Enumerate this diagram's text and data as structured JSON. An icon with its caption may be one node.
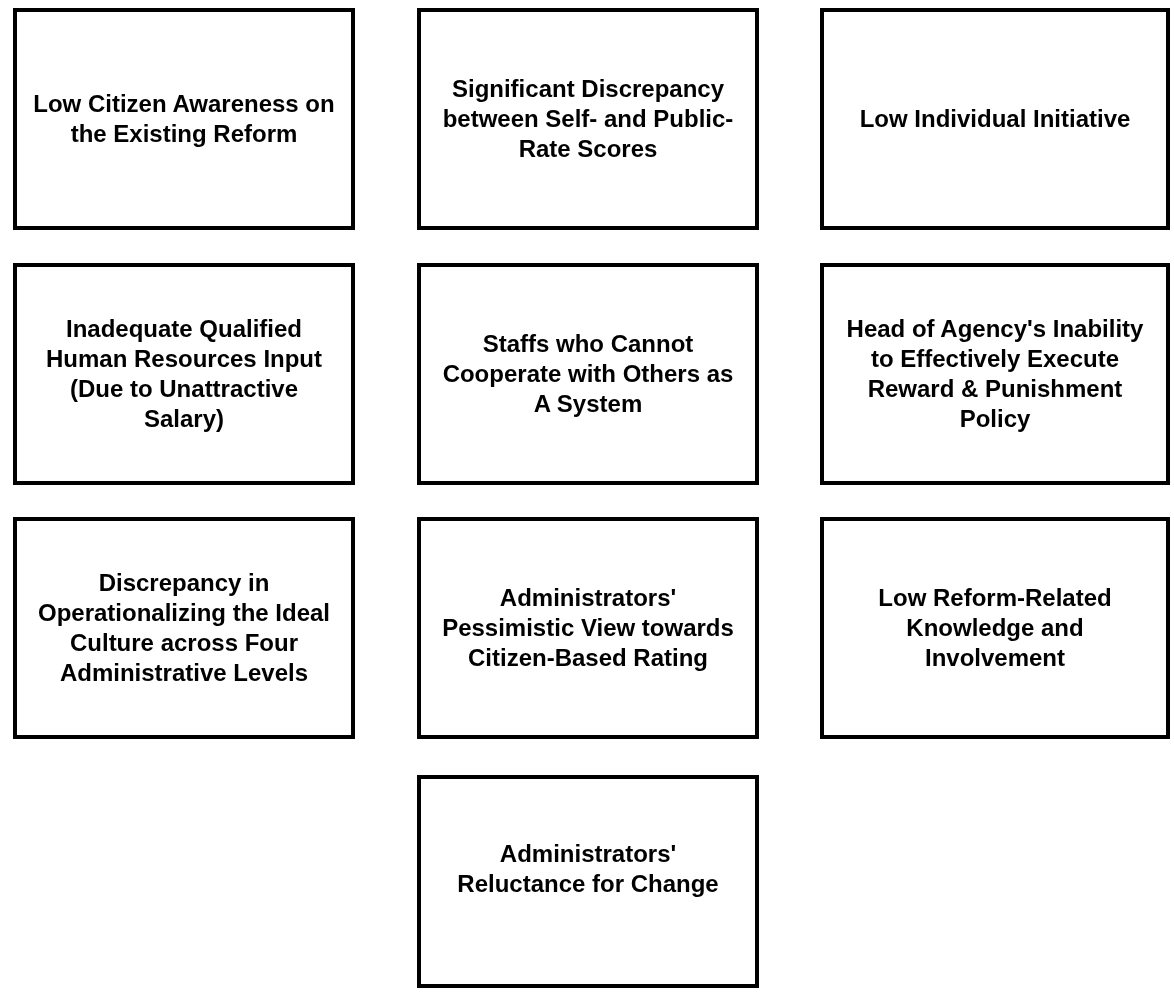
{
  "diagram": {
    "nodes": [
      {
        "text": [
          "Low Citizen Awareness on the Existing Reform"
        ]
      },
      {
        "text": [
          "Significant Discrepancy between Self- and Public-Rate Scores"
        ]
      },
      {
        "text": [
          "Low Individual Initiative"
        ]
      },
      {
        "text": [
          "Inadequate Qualified Human Resources Input (Due to Unattractive Salary)"
        ]
      },
      {
        "text": [
          "Staffs who Cannot Cooperate with Others as A System"
        ]
      },
      {
        "text": [
          "Head of Agency's Inability to Effectively Execute Reward & Punishment Policy"
        ]
      },
      {
        "text": [
          "Discrepancy in Operationalizing the Ideal Culture across Four Administrative Levels"
        ]
      },
      {
        "text": [
          "Administrators' Pessimistic View towards Citizen-Based Rating"
        ]
      },
      {
        "text": [
          "Low Reform-Related Knowledge and Involvement"
        ]
      },
      {
        "text": [
          "Administrators' Reluctance for Change"
        ]
      }
    ]
  }
}
